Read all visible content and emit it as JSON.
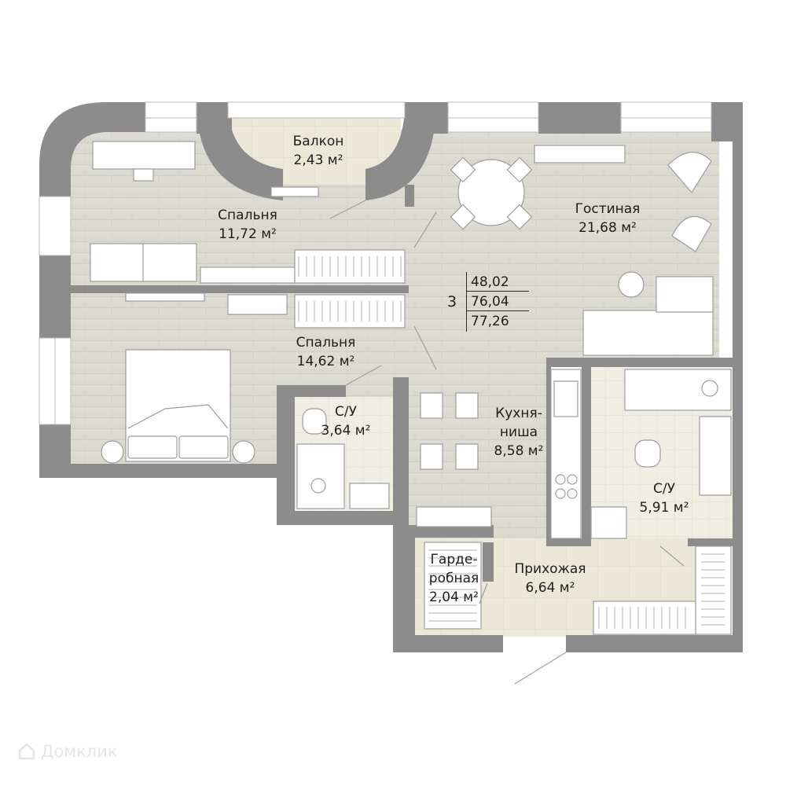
{
  "rooms": {
    "balcony": {
      "name": "Балкон",
      "area": "2,43"
    },
    "bedroom1": {
      "name": "Спальня",
      "area": "11,72"
    },
    "living": {
      "name": "Гостиная",
      "area": "21,68"
    },
    "bedroom2": {
      "name": "Спальня",
      "area": "14,62"
    },
    "bath1": {
      "name": "С/У",
      "area": "3,64"
    },
    "kitchen": {
      "name_line1": "Кухня-",
      "name_line2": "ниша",
      "area": "8,58"
    },
    "bath2": {
      "name": "С/У",
      "area": "5,91"
    },
    "wardrobe": {
      "name_line1": "Гарде-",
      "name_line2": "робная",
      "area": "2,04"
    },
    "hallway": {
      "name": "Прихожая",
      "area": "6,64"
    }
  },
  "summary": {
    "rooms_count": "3",
    "living_area": "48,02",
    "total_area": "76,04",
    "total_with_balcony": "77,26"
  },
  "watermark": {
    "brand": "Домклик",
    "icon": "house-icon"
  },
  "colors": {
    "wall": "#8c8c8c",
    "floor_wood": "#dcdcd2",
    "floor_tile": "#ece9da",
    "furniture": "#ffffff",
    "line": "#bcbcbc"
  }
}
